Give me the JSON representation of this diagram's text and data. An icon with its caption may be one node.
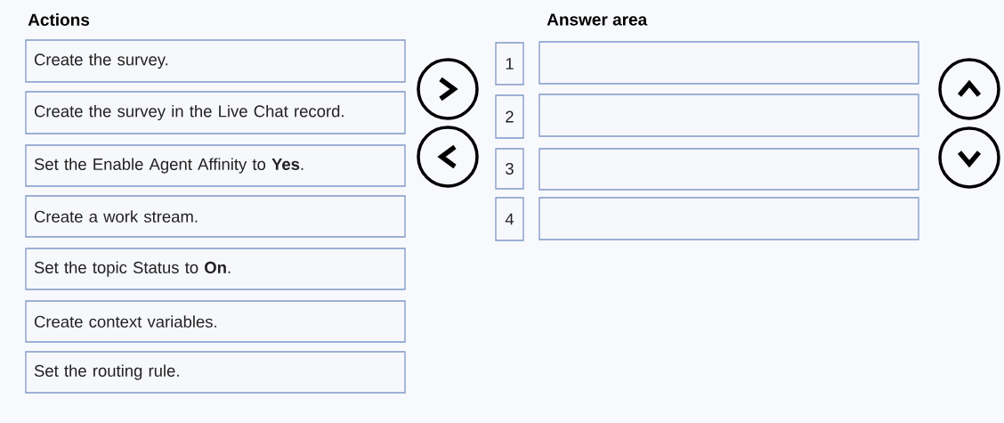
{
  "diagram": {
    "nodes": [
      {
        "text": [
          "Create the survey."
        ]
      },
      {
        "text": [
          "Create the survey in the Live Chat record."
        ]
      },
      {
        "text": [
          "Set the Enable Agent Affinity to **Yes**."
        ]
      },
      {
        "text": [
          "Create a work stream."
        ]
      },
      {
        "text": [
          "Set the topic Status to **On**."
        ]
      },
      {
        "text": [
          "Create context variables."
        ]
      },
      {
        "text": [
          "Set the routing rule."
        ]
      },
      {
        "text": [
          "1"
        ]
      },
      {
        "text": [],
        "shape": "box"
      },
      {
        "text": [
          "2"
        ]
      },
      {
        "text": [],
        "shape": "box"
      },
      {
        "text": [
          "3"
        ]
      },
      {
        "text": [],
        "shape": "box"
      },
      {
        "text": [
          "4"
        ]
      },
      {
        "text": [],
        "shape": "box"
      }
    ],
    "labels": [
      "Actions",
      "Answer area"
    ]
  }
}
